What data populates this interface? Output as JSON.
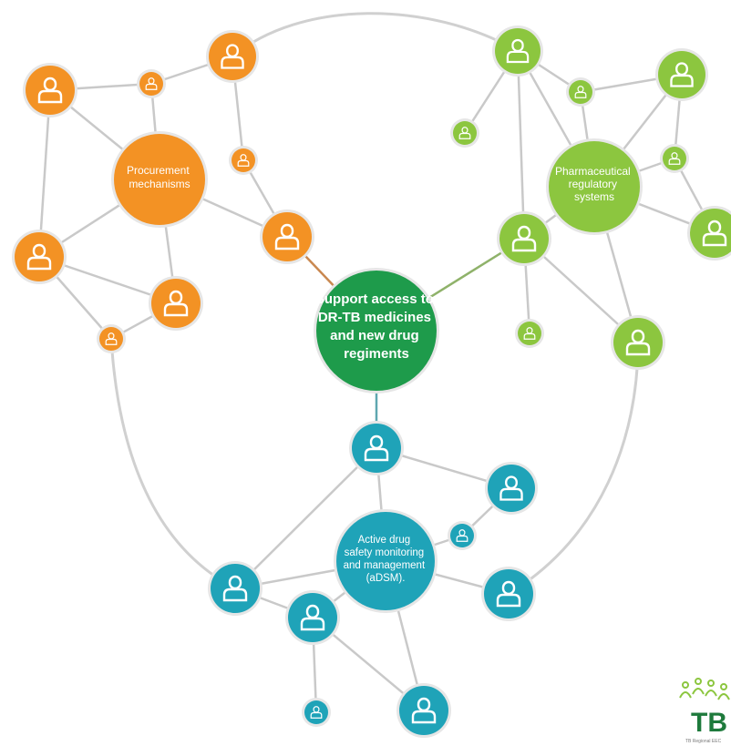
{
  "colors": {
    "orange": "#f39224",
    "light_green": "#8cc63f",
    "dark_green": "#1e9b4b",
    "teal": "#1fa3b8",
    "edge": "#c9c9c9",
    "ring": "#d0d0d0",
    "user_icon_stroke": "#ffffff"
  },
  "icons": {
    "person": "user-icon"
  },
  "hubs": {
    "center": {
      "lines": [
        "Support access to",
        "DR-TB medicines",
        "and new drug",
        "regiments"
      ]
    },
    "procurement": {
      "lines": [
        "Procurement",
        "mechanisms"
      ]
    },
    "regulatory": {
      "lines": [
        "Pharmaceutical",
        "regulatory",
        "systems"
      ]
    },
    "adsm": {
      "lines": [
        "Active drug",
        "safety monitoring",
        "and management",
        "(aDSM)."
      ]
    }
  },
  "logo": {
    "mark": "TB",
    "subtitle": "TB Regional EEC"
  }
}
